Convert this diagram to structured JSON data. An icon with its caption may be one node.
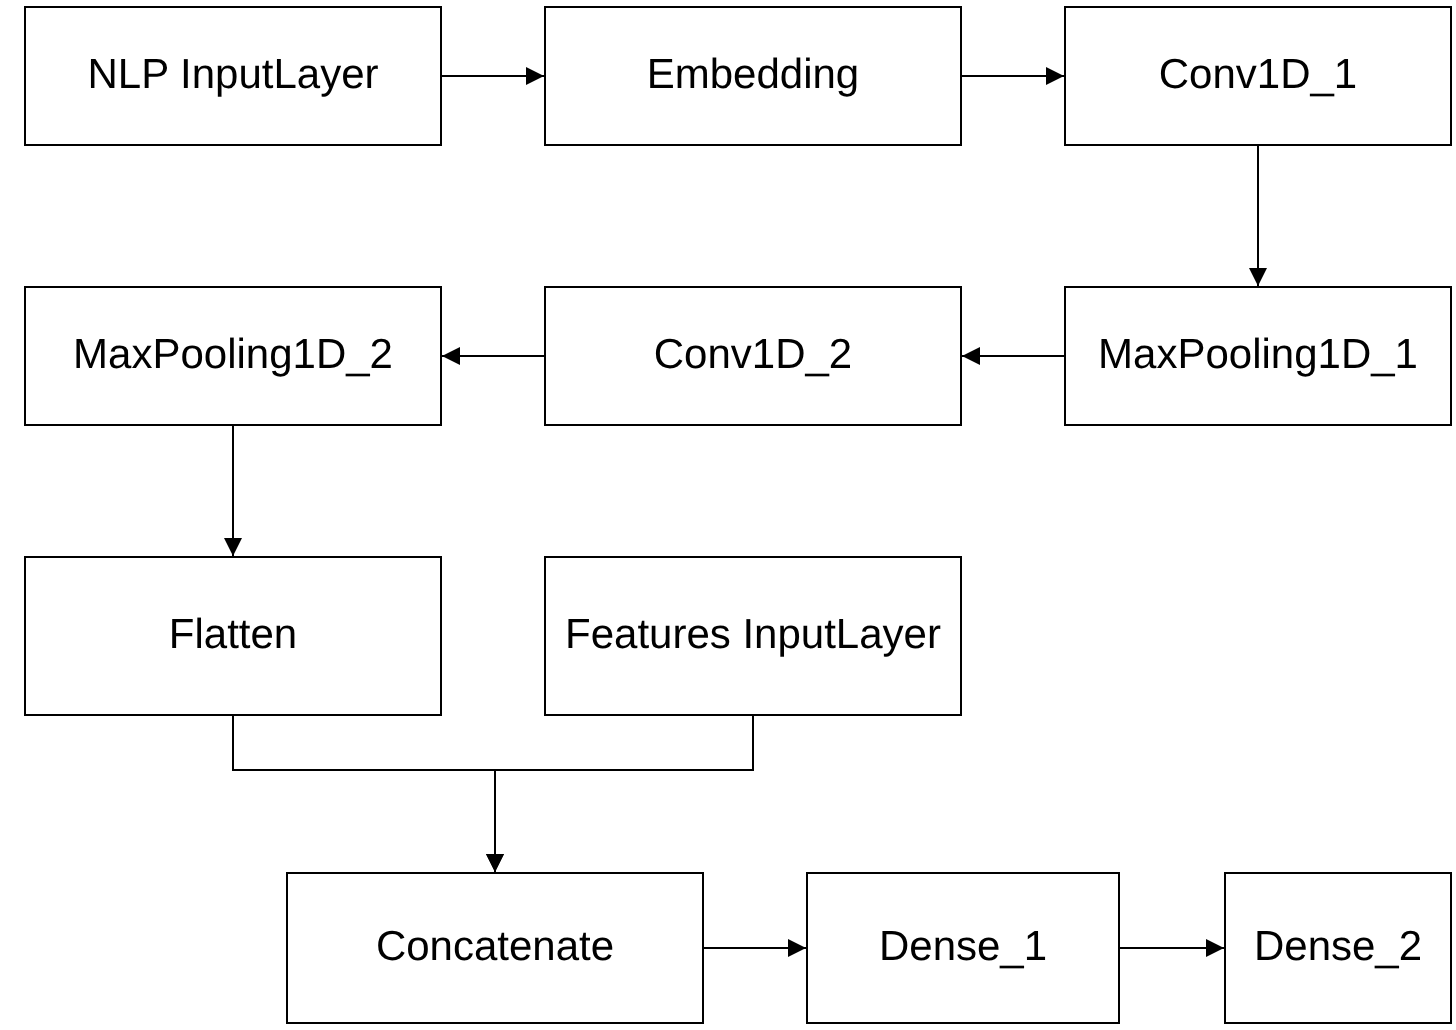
{
  "diagram": {
    "nodes": [
      {
        "text": [
          "NLP InputLayer"
        ]
      },
      {
        "text": [
          "Embedding"
        ]
      },
      {
        "text": [
          "Conv1D_1"
        ]
      },
      {
        "text": [
          "MaxPooling1D_2"
        ]
      },
      {
        "text": [
          "Conv1D_2"
        ]
      },
      {
        "text": [
          "MaxPooling1D_1"
        ]
      },
      {
        "text": [
          "Flatten"
        ]
      },
      {
        "text": [
          "Features InputLayer"
        ]
      },
      {
        "text": [
          "Concatenate"
        ]
      },
      {
        "text": [
          "Dense_1"
        ]
      },
      {
        "text": [
          "Dense_2"
        ]
      }
    ],
    "edges": [
      {
        "from": 0,
        "to": 1,
        "arrow": "to"
      },
      {
        "from": 1,
        "to": 2,
        "arrow": "to"
      },
      {
        "from": 2,
        "to": 5,
        "arrow": "to"
      },
      {
        "from": 5,
        "to": 4,
        "arrow": "to"
      },
      {
        "from": 4,
        "to": 3,
        "arrow": "to"
      },
      {
        "from": 3,
        "to": 6,
        "arrow": "to"
      },
      {
        "from": 6,
        "to": 8,
        "arrow": "to"
      },
      {
        "from": 7,
        "to": 8,
        "arrow": "to"
      },
      {
        "from": 8,
        "to": 9,
        "arrow": "to"
      },
      {
        "from": 9,
        "to": 10,
        "arrow": "to"
      }
    ]
  }
}
